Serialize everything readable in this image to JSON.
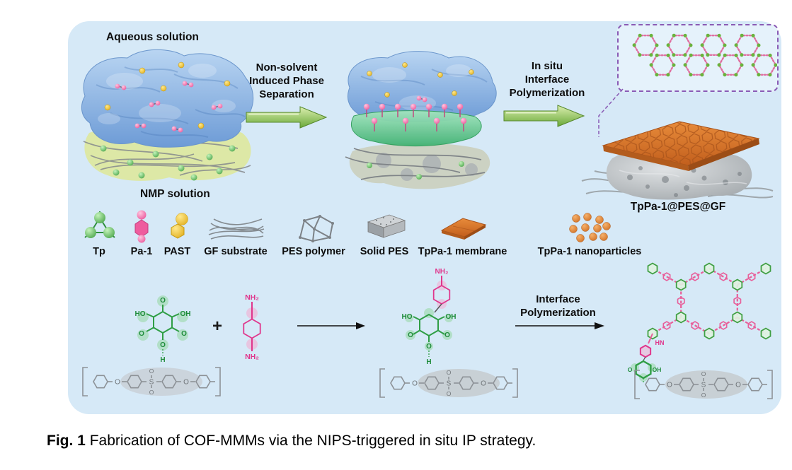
{
  "colors": {
    "panel_bg": "#d6e9f7",
    "arrow_green": "#76b043",
    "cof_pink": "#e85f9a",
    "tp_green": "#2f9e45",
    "past_yellow": "#f2c230",
    "membrane_orange": "#d96f28",
    "inset_purple": "#8a5bb5",
    "pes_gray": "#8d9297",
    "aqueous_blue": "#6d9bd6",
    "nmp_yellow_green": "#dde8a6"
  },
  "top_row": {
    "aqueous_label": "Aqueous solution",
    "nmp_label": "NMP solution",
    "arrow1": {
      "line1": "Non-solvent",
      "line2": "Induced Phase",
      "line3": "Separation"
    },
    "arrow2": {
      "line1": "In situ",
      "line2": "Interface",
      "line3": "Polymerization"
    },
    "product_label": "TpPa-1@PES@GF"
  },
  "legend": {
    "items": [
      {
        "label": "Tp",
        "icon": "tp-green-ball-cluster"
      },
      {
        "label": "Pa-1",
        "icon": "pink-prism-with-balls"
      },
      {
        "label": "PAST",
        "icon": "yellow-ball-and-plate"
      },
      {
        "label": "GF substrate",
        "icon": "gray-fiber-bundle"
      },
      {
        "label": "PES polymer",
        "icon": "gray-polymer-network"
      },
      {
        "label": "Solid PES",
        "icon": "gray-solid-slab"
      },
      {
        "label": "TpPa-1 membrane",
        "icon": "orange-flake"
      },
      {
        "label": "TpPa-1 nanoparticles",
        "icon": "orange-dot-cluster"
      }
    ]
  },
  "reaction": {
    "plus": "+",
    "arrow_label": {
      "line1": "Interface",
      "line2": "Polymerization"
    }
  },
  "chem": {
    "ho": "HO",
    "oh": "OH",
    "o": "O",
    "h": "H",
    "s": "S",
    "nh2": "NH₂",
    "hn": "HN"
  },
  "caption": {
    "fig_label": "Fig. 1",
    "text": "Fabrication of COF-MMMs via the NIPS-triggered in situ IP strategy."
  }
}
